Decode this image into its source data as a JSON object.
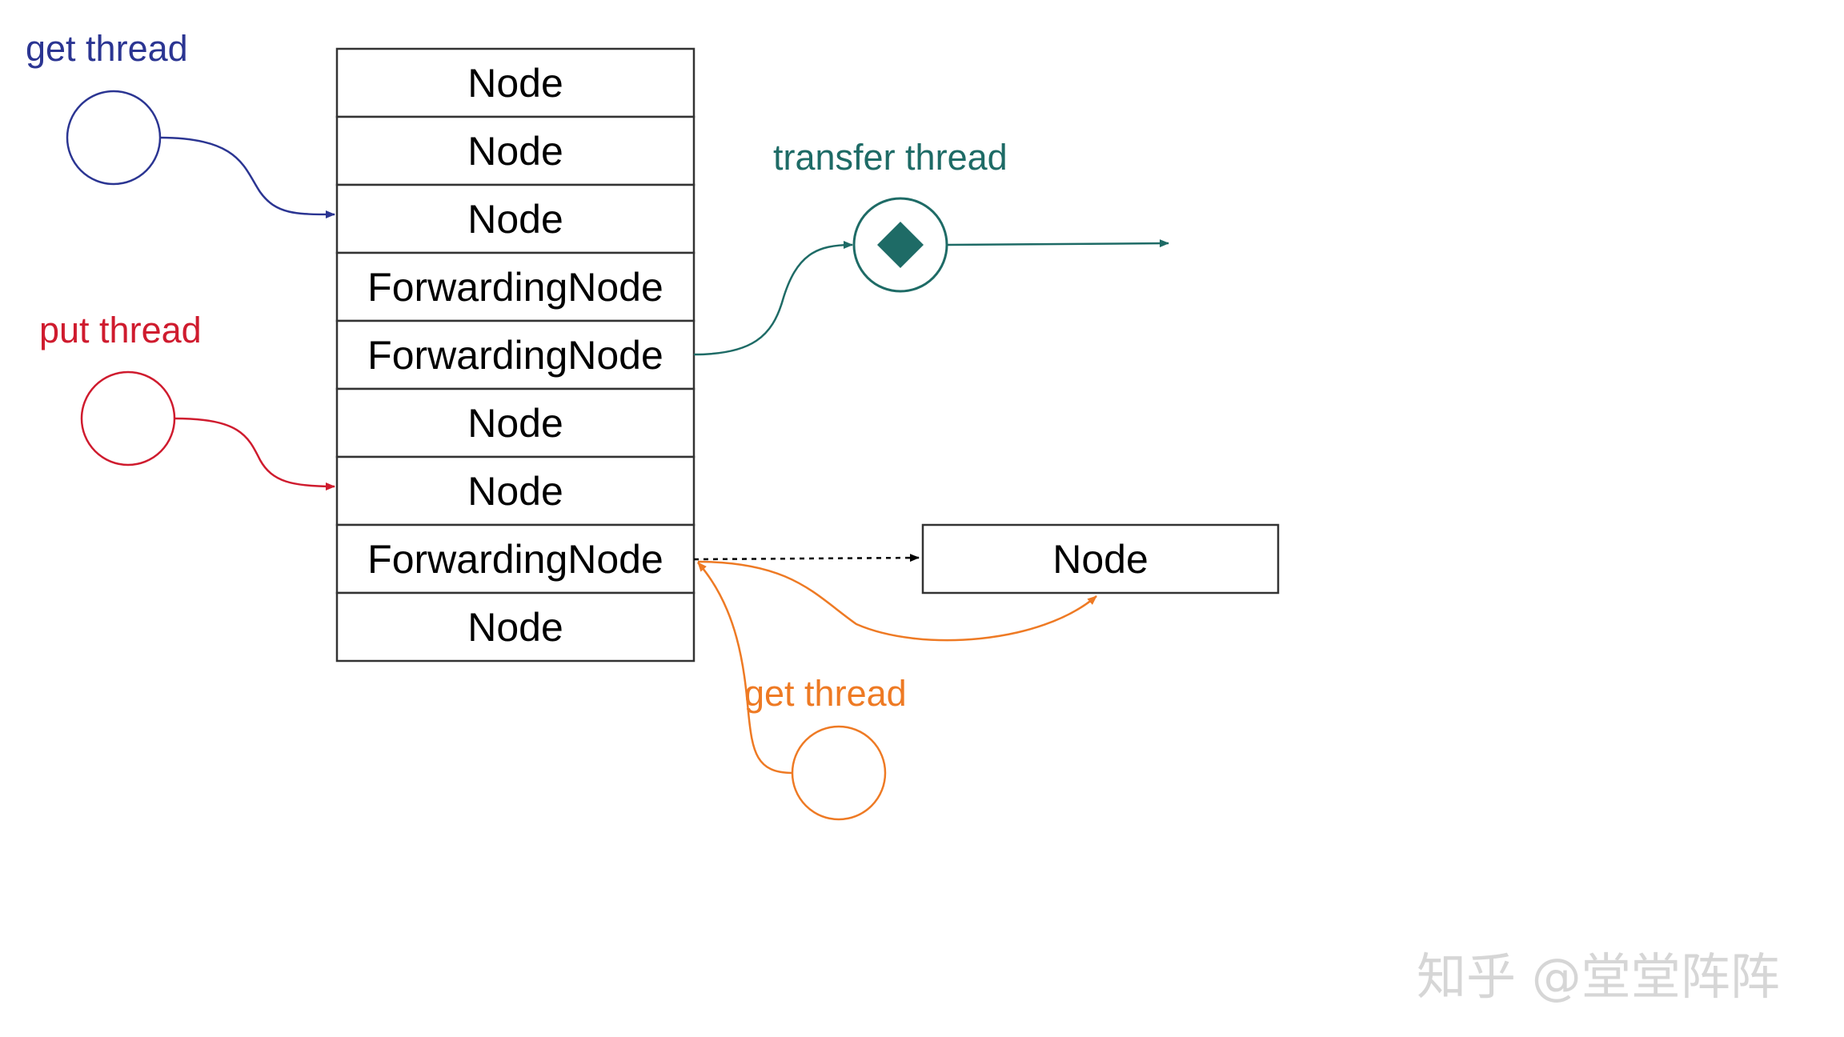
{
  "nodes": [
    "Node",
    "Node",
    "Node",
    "ForwardingNode",
    "ForwardingNode",
    "Node",
    "Node",
    "ForwardingNode",
    "Node"
  ],
  "extra_node": "Node",
  "labels": {
    "get_thread_top": "get thread",
    "put_thread": "put thread",
    "transfer_thread": "transfer thread",
    "get_thread_bottom": "get thread"
  },
  "watermark": "知乎 @堂堂阵阵",
  "colors": {
    "get_thread_top": "#2b3592",
    "put_thread": "#cf1b2e",
    "transfer_thread": "#1e6b66",
    "get_thread_bottom": "#ee7a24",
    "box_stroke": "#333333"
  }
}
